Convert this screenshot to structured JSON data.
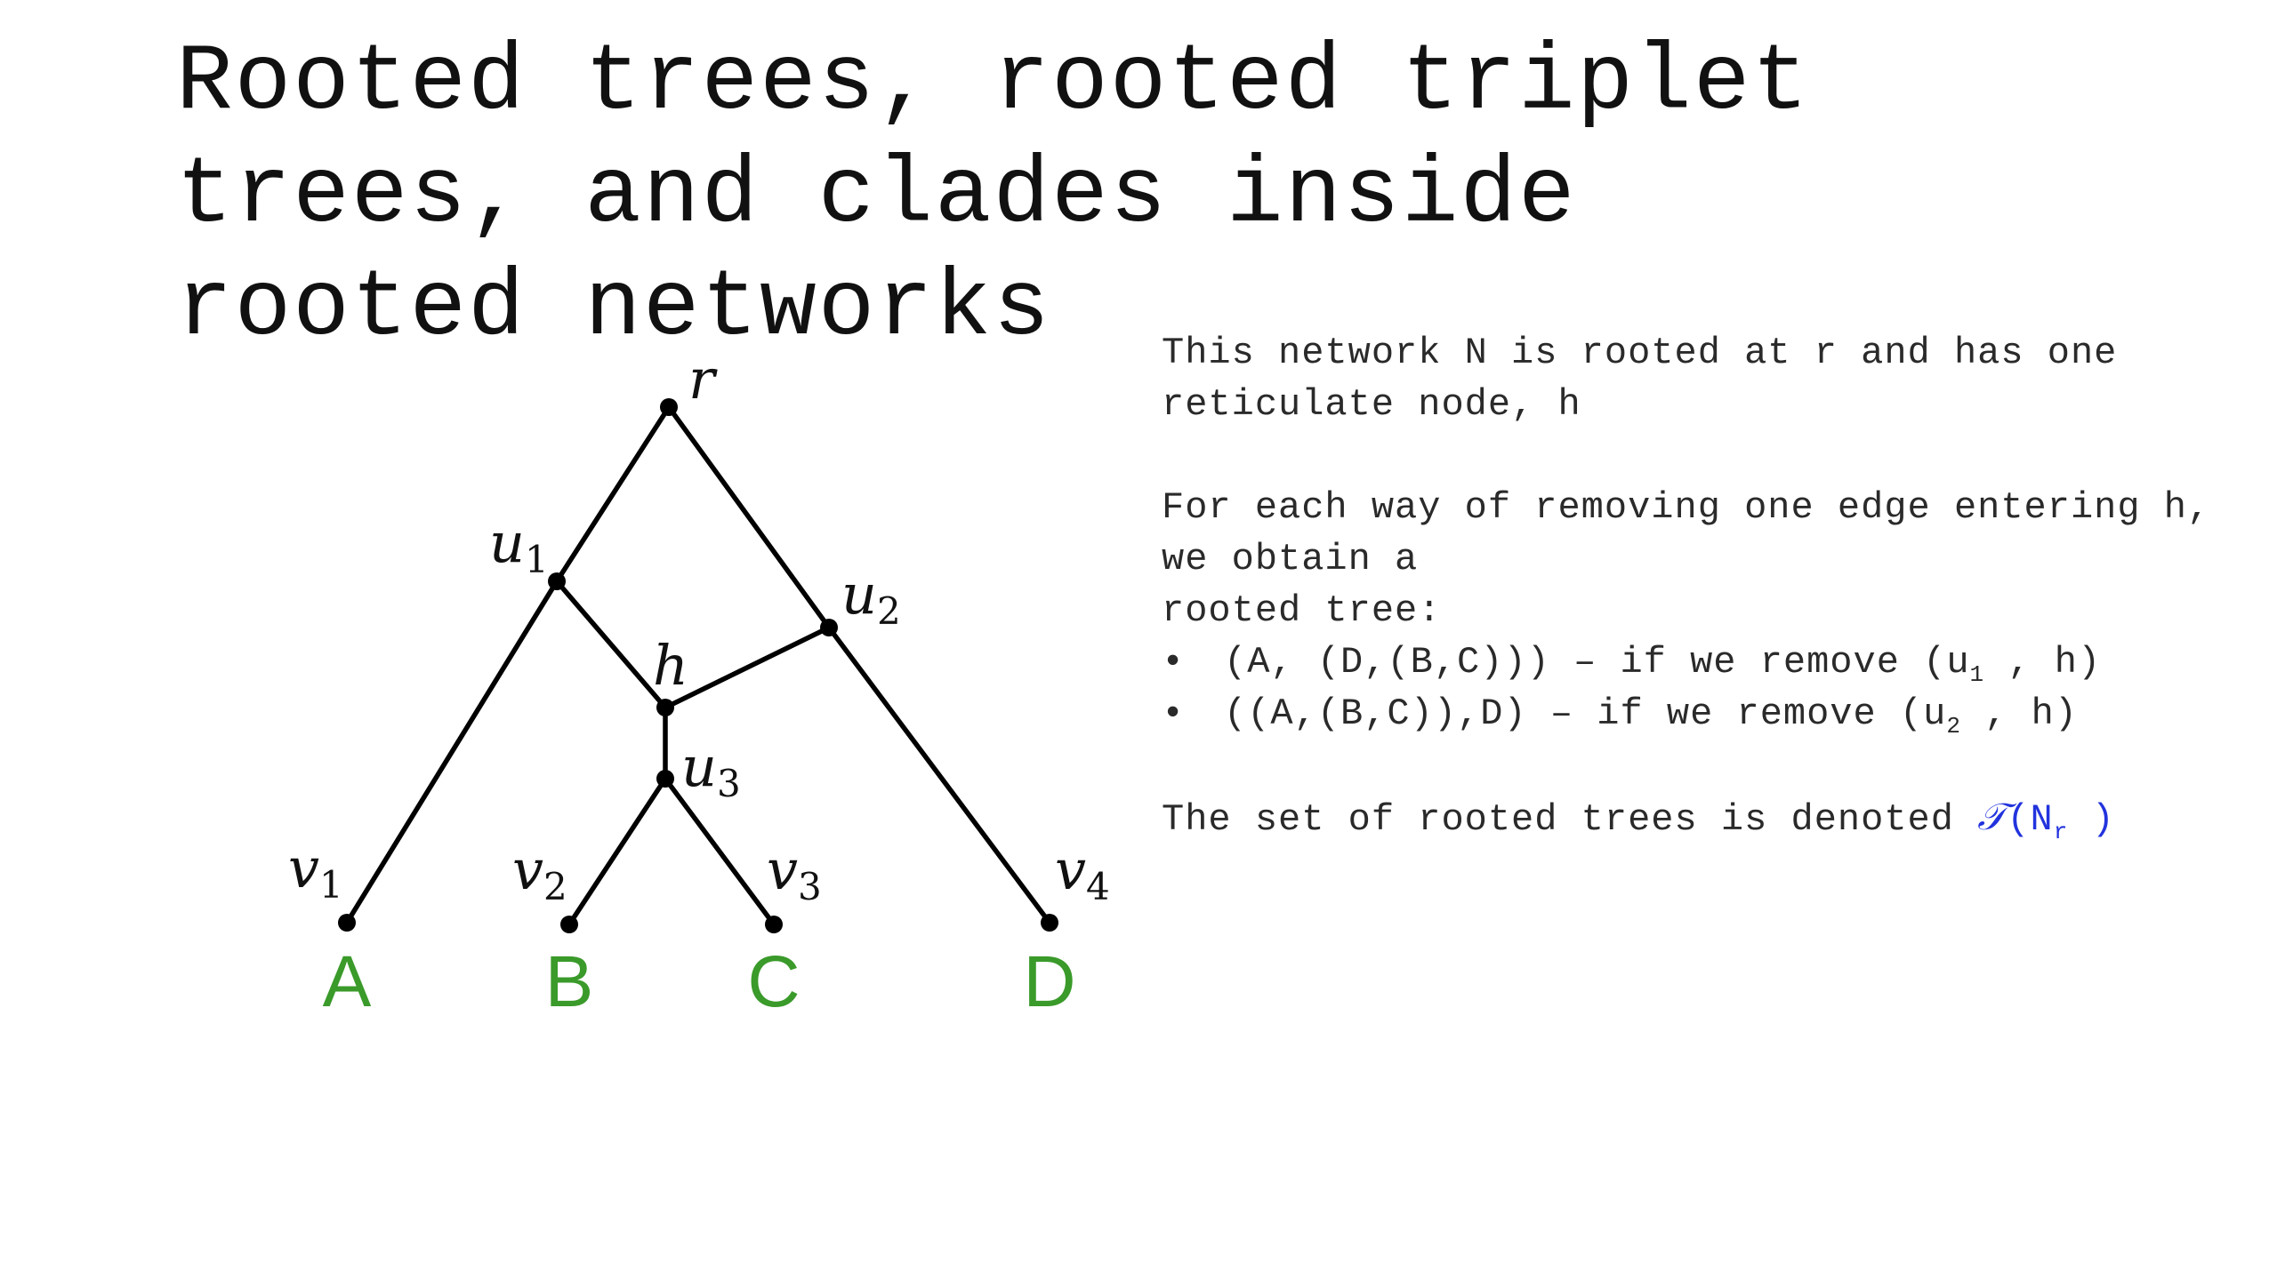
{
  "title": {
    "lines": [
      "Rooted trees, rooted triplet",
      "trees, and clades inside",
      "rooted networks"
    ]
  },
  "network": {
    "nodes": {
      "r": {
        "name": "r",
        "sub": ""
      },
      "u1": {
        "name": "u",
        "sub": "1"
      },
      "u2": {
        "name": "u",
        "sub": "2"
      },
      "h": {
        "name": "h",
        "sub": ""
      },
      "u3": {
        "name": "u",
        "sub": "3"
      },
      "v1": {
        "name": "v",
        "sub": "1"
      },
      "v2": {
        "name": "v",
        "sub": "2"
      },
      "v3": {
        "name": "v",
        "sub": "3"
      },
      "v4": {
        "name": "v",
        "sub": "4"
      }
    },
    "leaves": {
      "A": "A",
      "B": "B",
      "C": "C",
      "D": "D"
    },
    "edges": [
      [
        "r",
        "u1"
      ],
      [
        "r",
        "u2"
      ],
      [
        "u1",
        "v1"
      ],
      [
        "u1",
        "h"
      ],
      [
        "u2",
        "h"
      ],
      [
        "u2",
        "v4"
      ],
      [
        "h",
        "u3"
      ],
      [
        "u3",
        "v2"
      ],
      [
        "u3",
        "v3"
      ]
    ],
    "leaf_color": "#3a9a2a"
  },
  "panel": {
    "intro": "This network N is rooted at r and has one reticulate node, h",
    "removal_line1": "For each way of removing one edge entering h, we obtain a",
    "removal_line2": "rooted tree:",
    "bullet_char": "•",
    "bullet1": {
      "tree": "(A, (D,(B,C)))",
      "mid": " – if we remove (u",
      "sub": "1",
      "end": " , h)"
    },
    "bullet2": {
      "tree": "((A,(B,C)),D)",
      "mid": " – if we remove (u",
      "sub": "2",
      "end": " , h)"
    },
    "set_text": "The set of rooted trees is denoted ",
    "set_symbol": "𝒯",
    "set_open": "(N",
    "set_sub": "r",
    "set_close": " )",
    "accent_color": "#2233dd"
  }
}
